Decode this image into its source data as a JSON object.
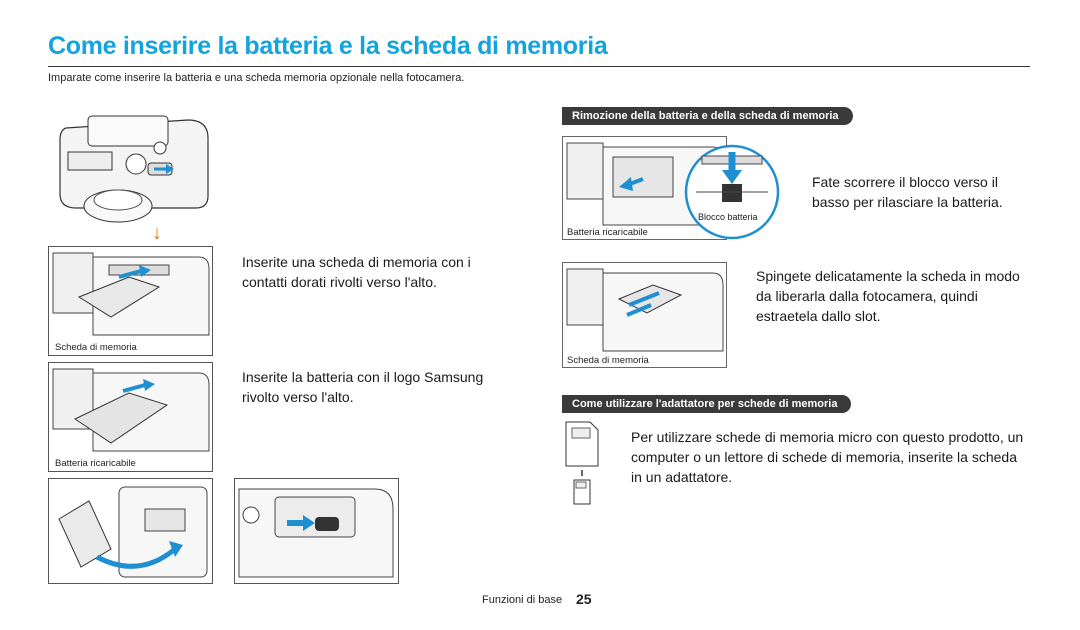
{
  "page": {
    "title": "Come inserire la batteria e la scheda di memoria",
    "intro": "Imparate come inserire la batteria e una scheda memoria opzionale nella fotocamera."
  },
  "left": {
    "arrow_glyph": "↓",
    "step1_caption": "Scheda di memoria",
    "step1_text": "Inserite una scheda di memoria con i contatti dorati rivolti verso l'alto.",
    "step2_caption": "Batteria ricaricabile",
    "step2_text": "Inserite la batteria con il logo Samsung rivolto verso l'alto."
  },
  "right": {
    "section1_banner": "Rimozione della batteria e della scheda di memoria",
    "battery_caption": "Batteria ricaricabile",
    "lock_label": "Blocco batteria",
    "battery_text": "Fate scorrere il blocco verso il basso per rilasciare la batteria.",
    "card_caption": "Scheda di memoria",
    "card_text": "Spingete delicatamente la scheda in modo da liberarla dalla fotocamera, quindi estraetela dallo slot.",
    "section2_banner": "Come utilizzare l'adattatore per schede di memoria",
    "adapter_text": "Per utilizzare schede di memoria micro con questo prodotto, un computer o un lettore di schede di memoria, inserite la scheda in un adattatore."
  },
  "footer": {
    "label": "Funzioni di base",
    "page_number": "25"
  },
  "colors": {
    "title": "#13a4dc",
    "arrow_blue": "#1e8fd0",
    "arrow_orange": "#e67817",
    "banner": "#3a3a3a"
  }
}
